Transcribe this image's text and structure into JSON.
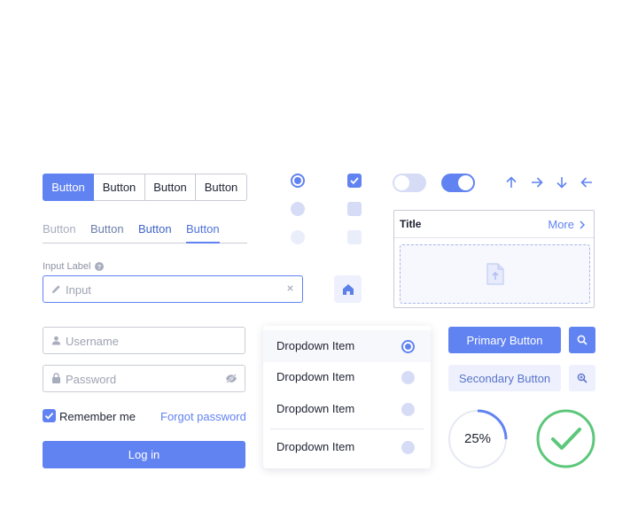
{
  "segmented": {
    "buttons": [
      "Button",
      "Button",
      "Button",
      "Button"
    ],
    "active_index": 0
  },
  "tabs": {
    "items": [
      "Button",
      "Button",
      "Button",
      "Button"
    ],
    "active_index": 3
  },
  "input": {
    "label": "Input Label",
    "placeholder": "Input"
  },
  "login": {
    "username_placeholder": "Username",
    "password_placeholder": "Password",
    "remember_label": "Remember me",
    "remember_checked": true,
    "forgot_label": "Forgot password",
    "submit_label": "Log in"
  },
  "dropdown": {
    "items": [
      {
        "label": "Dropdown Item",
        "selected": true
      },
      {
        "label": "Dropdown Item",
        "selected": false
      },
      {
        "label": "Dropdown Item",
        "selected": false
      },
      {
        "label": "Dropdown Item",
        "selected": false
      }
    ]
  },
  "buttons": {
    "primary_label": "Primary Button",
    "secondary_label": "Secondary Button"
  },
  "card": {
    "title": "Title",
    "more_label": "More"
  },
  "toggles": {
    "first_on": false,
    "second_on": true
  },
  "progress": {
    "label": "25%",
    "value": 0.25
  },
  "colors": {
    "accent": "#6183f2",
    "accent_light": "#d6dcf6",
    "success": "#5cc77b",
    "border": "#c9ccd6"
  }
}
